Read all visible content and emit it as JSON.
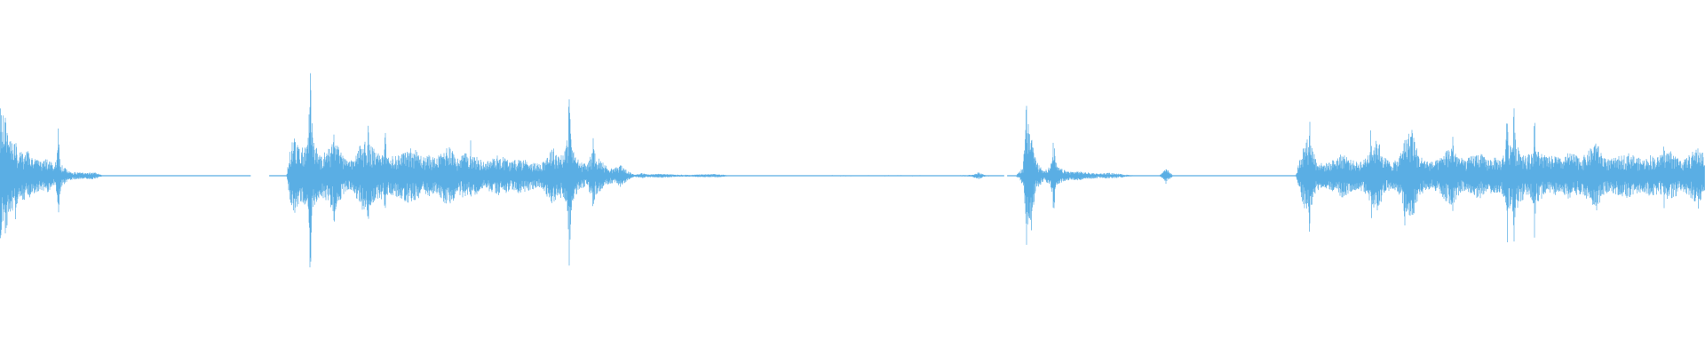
{
  "waveform": {
    "color": "#5aaee4",
    "background": "#ffffff",
    "envelope": [
      [
        0.0,
        0.6
      ],
      [
        0.002,
        0.52
      ],
      [
        0.005,
        0.4
      ],
      [
        0.008,
        0.28
      ],
      [
        0.012,
        0.2
      ],
      [
        0.016,
        0.22
      ],
      [
        0.02,
        0.16
      ],
      [
        0.024,
        0.12
      ],
      [
        0.028,
        0.15
      ],
      [
        0.032,
        0.08
      ],
      [
        0.034,
        0.25
      ],
      [
        0.036,
        0.1
      ],
      [
        0.04,
        0.04
      ],
      [
        0.045,
        0.03
      ],
      [
        0.05,
        0.025
      ],
      [
        0.055,
        0.035
      ],
      [
        0.058,
        0.015
      ],
      [
        0.06,
        0.005
      ],
      [
        0.07,
        0.004
      ],
      [
        0.1,
        0.004
      ],
      [
        0.14,
        0.004
      ],
      [
        0.148,
        0.0
      ],
      [
        0.168,
        0.001
      ],
      [
        0.17,
        0.2
      ],
      [
        0.172,
        0.35
      ],
      [
        0.176,
        0.22
      ],
      [
        0.18,
        0.28
      ],
      [
        0.182,
        0.7
      ],
      [
        0.184,
        0.3
      ],
      [
        0.188,
        0.18
      ],
      [
        0.192,
        0.22
      ],
      [
        0.196,
        0.32
      ],
      [
        0.2,
        0.2
      ],
      [
        0.204,
        0.12
      ],
      [
        0.208,
        0.15
      ],
      [
        0.212,
        0.3
      ],
      [
        0.216,
        0.28
      ],
      [
        0.22,
        0.22
      ],
      [
        0.224,
        0.2
      ],
      [
        0.228,
        0.16
      ],
      [
        0.232,
        0.18
      ],
      [
        0.236,
        0.2
      ],
      [
        0.24,
        0.25
      ],
      [
        0.244,
        0.22
      ],
      [
        0.248,
        0.16
      ],
      [
        0.252,
        0.18
      ],
      [
        0.256,
        0.15
      ],
      [
        0.26,
        0.22
      ],
      [
        0.264,
        0.28
      ],
      [
        0.268,
        0.14
      ],
      [
        0.272,
        0.2
      ],
      [
        0.276,
        0.18
      ],
      [
        0.28,
        0.16
      ],
      [
        0.284,
        0.12
      ],
      [
        0.288,
        0.14
      ],
      [
        0.292,
        0.18
      ],
      [
        0.296,
        0.16
      ],
      [
        0.3,
        0.12
      ],
      [
        0.304,
        0.15
      ],
      [
        0.308,
        0.14
      ],
      [
        0.312,
        0.12
      ],
      [
        0.316,
        0.1
      ],
      [
        0.32,
        0.16
      ],
      [
        0.324,
        0.25
      ],
      [
        0.328,
        0.18
      ],
      [
        0.332,
        0.24
      ],
      [
        0.334,
        0.5
      ],
      [
        0.336,
        0.22
      ],
      [
        0.34,
        0.12
      ],
      [
        0.344,
        0.1
      ],
      [
        0.348,
        0.22
      ],
      [
        0.352,
        0.14
      ],
      [
        0.356,
        0.08
      ],
      [
        0.36,
        0.06
      ],
      [
        0.364,
        0.1
      ],
      [
        0.368,
        0.04
      ],
      [
        0.372,
        0.01
      ],
      [
        0.376,
        0.025
      ],
      [
        0.38,
        0.012
      ],
      [
        0.388,
        0.018
      ],
      [
        0.396,
        0.01
      ],
      [
        0.404,
        0.008
      ],
      [
        0.412,
        0.012
      ],
      [
        0.42,
        0.015
      ],
      [
        0.428,
        0.004
      ],
      [
        0.44,
        0.004
      ],
      [
        0.46,
        0.004
      ],
      [
        0.48,
        0.005
      ],
      [
        0.5,
        0.005
      ],
      [
        0.52,
        0.005
      ],
      [
        0.54,
        0.005
      ],
      [
        0.56,
        0.004
      ],
      [
        0.57,
        0.008
      ],
      [
        0.574,
        0.03
      ],
      [
        0.578,
        0.006
      ],
      [
        0.59,
        0.0
      ],
      [
        0.596,
        0.004
      ],
      [
        0.6,
        0.08
      ],
      [
        0.602,
        0.5
      ],
      [
        0.605,
        0.35
      ],
      [
        0.608,
        0.12
      ],
      [
        0.612,
        0.05
      ],
      [
        0.616,
        0.08
      ],
      [
        0.618,
        0.22
      ],
      [
        0.62,
        0.08
      ],
      [
        0.624,
        0.05
      ],
      [
        0.628,
        0.035
      ],
      [
        0.632,
        0.04
      ],
      [
        0.636,
        0.03
      ],
      [
        0.64,
        0.025
      ],
      [
        0.645,
        0.02
      ],
      [
        0.65,
        0.025
      ],
      [
        0.655,
        0.02
      ],
      [
        0.66,
        0.01
      ],
      [
        0.666,
        0.004
      ],
      [
        0.68,
        0.002
      ],
      [
        0.684,
        0.06
      ],
      [
        0.688,
        0.004
      ],
      [
        0.7,
        0.002
      ],
      [
        0.72,
        0.002
      ],
      [
        0.74,
        0.002
      ],
      [
        0.748,
        0.001
      ],
      [
        0.76,
        0.003
      ],
      [
        0.764,
        0.25
      ],
      [
        0.768,
        0.35
      ],
      [
        0.772,
        0.14
      ],
      [
        0.776,
        0.1
      ],
      [
        0.78,
        0.12
      ],
      [
        0.784,
        0.16
      ],
      [
        0.788,
        0.2
      ],
      [
        0.792,
        0.14
      ],
      [
        0.796,
        0.12
      ],
      [
        0.8,
        0.14
      ],
      [
        0.804,
        0.24
      ],
      [
        0.808,
        0.32
      ],
      [
        0.812,
        0.16
      ],
      [
        0.816,
        0.12
      ],
      [
        0.82,
        0.14
      ],
      [
        0.824,
        0.3
      ],
      [
        0.828,
        0.42
      ],
      [
        0.832,
        0.18
      ],
      [
        0.836,
        0.14
      ],
      [
        0.84,
        0.12
      ],
      [
        0.844,
        0.14
      ],
      [
        0.848,
        0.22
      ],
      [
        0.852,
        0.26
      ],
      [
        0.856,
        0.16
      ],
      [
        0.86,
        0.14
      ],
      [
        0.864,
        0.18
      ],
      [
        0.868,
        0.2
      ],
      [
        0.872,
        0.14
      ],
      [
        0.876,
        0.16
      ],
      [
        0.88,
        0.14
      ],
      [
        0.884,
        0.24
      ],
      [
        0.888,
        0.35
      ],
      [
        0.892,
        0.22
      ],
      [
        0.896,
        0.18
      ],
      [
        0.9,
        0.24
      ],
      [
        0.904,
        0.2
      ],
      [
        0.908,
        0.16
      ],
      [
        0.912,
        0.18
      ],
      [
        0.916,
        0.14
      ],
      [
        0.92,
        0.2
      ],
      [
        0.924,
        0.18
      ],
      [
        0.928,
        0.16
      ],
      [
        0.932,
        0.22
      ],
      [
        0.936,
        0.3
      ],
      [
        0.94,
        0.18
      ],
      [
        0.944,
        0.14
      ],
      [
        0.948,
        0.16
      ],
      [
        0.952,
        0.18
      ],
      [
        0.956,
        0.2
      ],
      [
        0.96,
        0.16
      ],
      [
        0.964,
        0.14
      ],
      [
        0.968,
        0.18
      ],
      [
        0.972,
        0.16
      ],
      [
        0.976,
        0.2
      ],
      [
        0.98,
        0.22
      ],
      [
        0.984,
        0.16
      ],
      [
        0.988,
        0.14
      ],
      [
        0.992,
        0.2
      ],
      [
        0.996,
        0.24
      ],
      [
        1.0,
        0.18
      ]
    ],
    "spikes": [
      [
        0.003,
        0.62
      ],
      [
        0.009,
        0.42
      ],
      [
        0.034,
        0.45
      ],
      [
        0.182,
        0.92
      ],
      [
        0.196,
        0.45
      ],
      [
        0.216,
        0.5
      ],
      [
        0.226,
        0.38
      ],
      [
        0.264,
        0.3
      ],
      [
        0.276,
        0.35
      ],
      [
        0.334,
        0.85
      ],
      [
        0.348,
        0.36
      ],
      [
        0.602,
        0.66
      ],
      [
        0.605,
        0.5
      ],
      [
        0.618,
        0.35
      ],
      [
        0.684,
        0.08
      ],
      [
        0.768,
        0.58
      ],
      [
        0.804,
        0.5
      ],
      [
        0.808,
        0.42
      ],
      [
        0.824,
        0.48
      ],
      [
        0.828,
        0.54
      ],
      [
        0.852,
        0.4
      ],
      [
        0.884,
        0.64
      ],
      [
        0.888,
        0.6
      ],
      [
        0.9,
        0.55
      ],
      [
        0.936,
        0.42
      ],
      [
        0.976,
        0.3
      ],
      [
        0.996,
        0.3
      ]
    ]
  }
}
